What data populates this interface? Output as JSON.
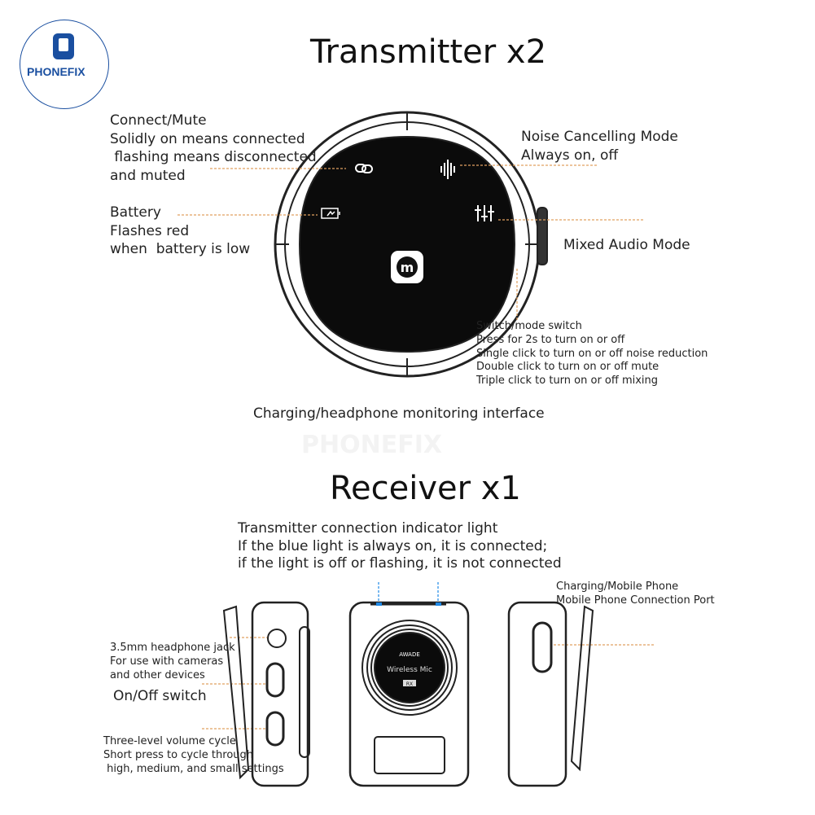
{
  "brand": {
    "name": "PHONEFIX",
    "color": "#1a4fa0"
  },
  "watermark": "PHONEFIX",
  "transmitter": {
    "title": "Transmitter x2",
    "labels": {
      "connect": "Connect/Mute\nSolidly on means connected\n flashing means disconnected\nand muted",
      "battery": "Battery\nFlashes red\nwhen  battery is low",
      "noise": "Noise Cancelling Mode\nAlways on, off",
      "mixed": "Mixed Audio Mode",
      "switch": "Switch/mode switch\nPress for 2s to turn on or off\nSingle click to turn on or off noise reduction\nDouble click to turn on or off mute\nTriple click to turn on or off mixing",
      "charging": "Charging/headphone monitoring interface"
    },
    "icons": [
      "link-icon",
      "waveform-icon",
      "battery-icon",
      "sliders-icon",
      "m-logo-icon"
    ]
  },
  "receiver": {
    "title": "Receiver x1",
    "labels": {
      "indicator": "Transmitter connection indicator light\nIf the blue light is always on, it is connected;\nif the light is off or flashing, it is not connected",
      "port": "Charging/Mobile Phone\nMobile Phone Connection Port",
      "jack": "3.5mm headphone jack\nFor use with cameras\nand other devices",
      "onoff": "On/Off switch",
      "volume": "Three-level volume cycle\nShort press to cycle through\n high, medium, and small settings"
    },
    "screen": {
      "brand": "AWADE",
      "text": "Wireless Mic",
      "badge": "RX"
    }
  },
  "colors": {
    "leader": "#e0a060",
    "indicator": "#1e88e5"
  }
}
